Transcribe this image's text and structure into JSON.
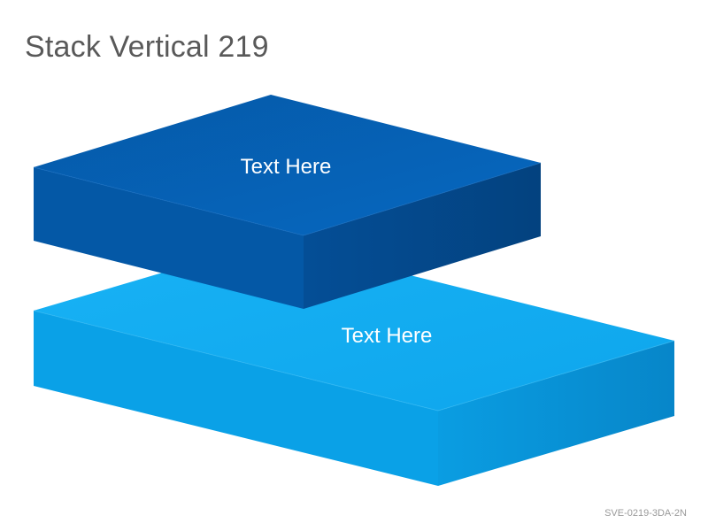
{
  "slide": {
    "title": "Stack Vertical 219",
    "code": "SVE-0219-3DA-2N"
  },
  "blocks": [
    {
      "label": "Text Here",
      "color_top": "#0563B5",
      "color_front_left": "#0458A6",
      "color_front_right": "#034A8C"
    },
    {
      "label": "Text Here",
      "color_top": "#12A9EE",
      "color_front_left": "#0AA2E8",
      "color_front_right": "#0690D2"
    }
  ]
}
